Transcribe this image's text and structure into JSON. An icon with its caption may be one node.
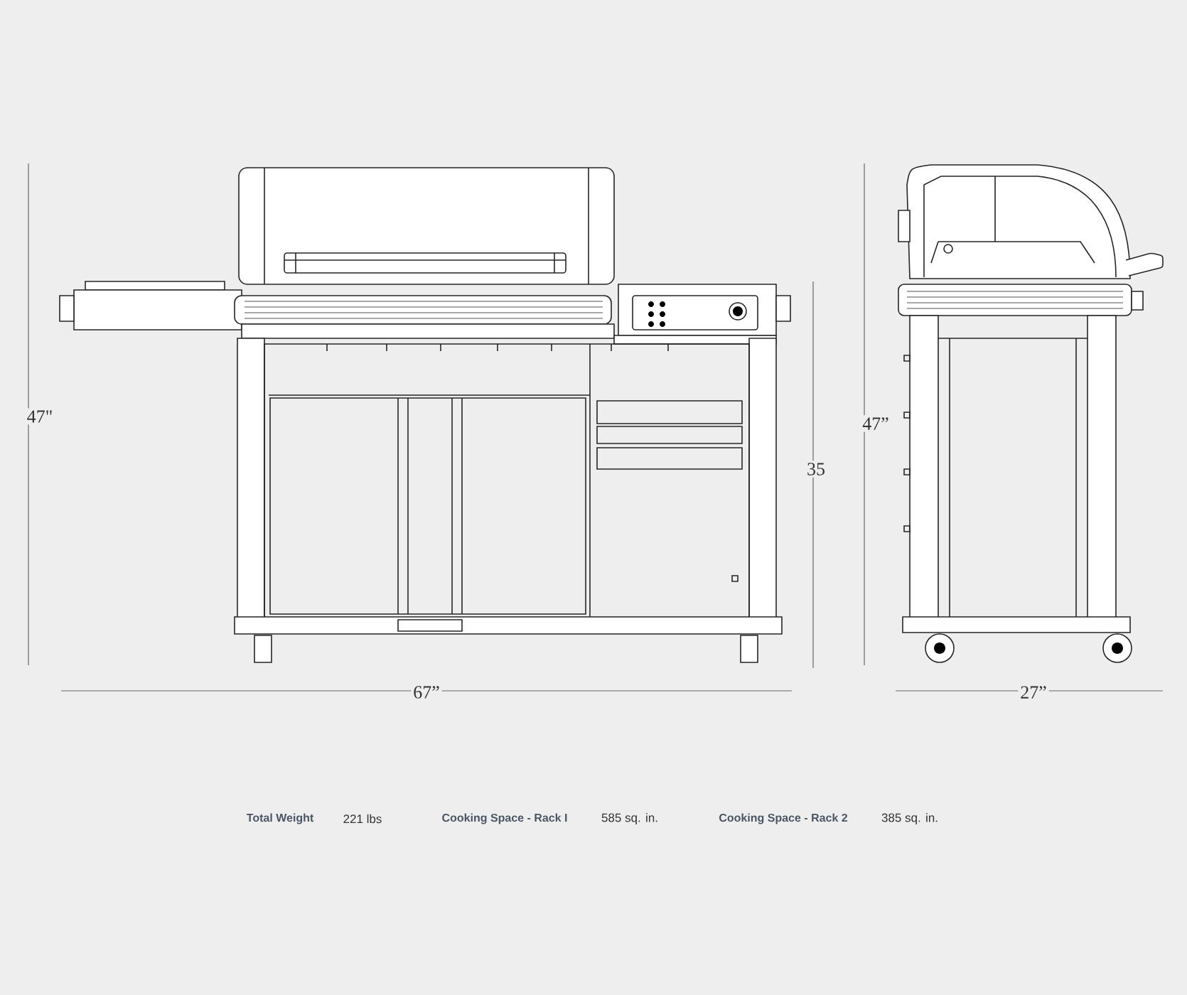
{
  "diagram": {
    "labels": [
      "47\"",
      "67”",
      "35",
      "47”",
      "27”",
      "Total Weight",
      "221 lbs",
      "Cooking Space - Rack I",
      "585 sq. in.",
      "Cooking Space - Rack 2",
      "385 sq. in."
    ]
  }
}
